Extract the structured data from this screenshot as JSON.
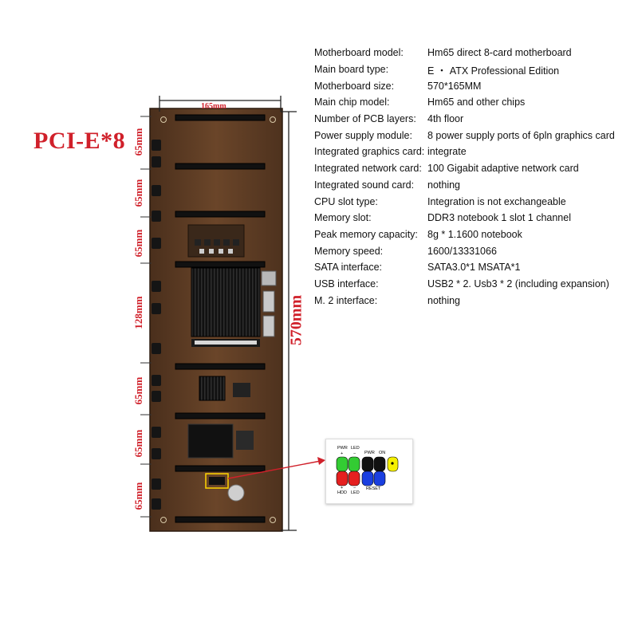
{
  "title": "PCI-E*8",
  "dimensions": {
    "width_label": "165mm",
    "length_label": "570mm",
    "spacings": [
      "65mm",
      "65mm",
      "65mm",
      "128mm",
      "65mm",
      "65mm",
      "65mm"
    ]
  },
  "specs": [
    {
      "key": "Motherboard model:",
      "value": "Hm65 direct 8-card motherboard"
    },
    {
      "key": "Main board type:",
      "value": "E ・ ATX Professional Edition"
    },
    {
      "key": "Motherboard size:",
      "value": "570*165MM"
    },
    {
      "key": "Main chip model:",
      "value": "Hm65 and other chips"
    },
    {
      "key": "Number of PCB layers:",
      "value": "4th floor"
    },
    {
      "key": "Power supply module:",
      "value": "8 power supply ports of 6pln graphics card"
    },
    {
      "key": "Integrated graphics card:",
      "value": "integrate"
    },
    {
      "key": "Integrated network card:",
      "value": "100 Gigabit adaptive network card"
    },
    {
      "key": "Integrated sound card:",
      "value": "nothing"
    },
    {
      "key": "CPU slot type:",
      "value": "Integration is not exchangeable"
    },
    {
      "key": "Memory slot:",
      "value": "DDR3 notebook 1 slot 1 channel"
    },
    {
      "key": "Peak memory capacity:",
      "value": "8g * 1.1600 notebook"
    },
    {
      "key": "Memory speed:",
      "value": "1600/13331066"
    },
    {
      "key": "SATA interface:",
      "value": "SATA3.0*1 MSATA*1"
    },
    {
      "key": "USB interface:",
      "value": "USB2 * 2. Usb3 * 2 (including expansion)"
    },
    {
      "key": "M. 2 interface:",
      "value": "nothing"
    }
  ],
  "front_panel": {
    "top_labels": {
      "pwr": "PWR",
      "led": "LED",
      "pwr2": "PWR",
      "on": "ON",
      "plus": "+",
      "minus": "−"
    },
    "bottom_labels": {
      "hdd": "HDD",
      "led": "LED",
      "reset": "RESET",
      "plus": "+",
      "minus": "−"
    },
    "colors": {
      "green": "#33cc33",
      "red": "#e52020",
      "black": "#111111",
      "blue": "#1a3fe0",
      "yellow": "#f5f000"
    }
  },
  "colors": {
    "accent": "#d0202a",
    "pcb": "#5a3a22",
    "heatsink": "#141414"
  }
}
